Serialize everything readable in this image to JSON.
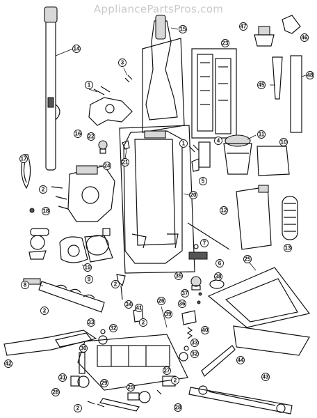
{
  "watermark": "AppliancePartsPros.com",
  "callouts": {
    "c1a": "1",
    "c1b": "1",
    "c2a": "2",
    "c2b": "2",
    "c2c": "2",
    "c2d": "2",
    "c2e": "2",
    "c2f": "2",
    "c3": "3",
    "c4": "4",
    "c5": "5",
    "c6": "6",
    "c7": "7",
    "c8": "8",
    "c9": "9",
    "c10": "10",
    "c11": "11",
    "c12": "12",
    "c13": "13",
    "c14": "14",
    "c15": "15",
    "c16": "16",
    "c17": "17",
    "c18": "18",
    "c19": "19",
    "c20": "20",
    "c21": "21",
    "c22": "22",
    "c23": "23",
    "c24": "24",
    "c25": "25",
    "c26": "26",
    "c27": "27",
    "c28a": "28",
    "c28b": "28",
    "c29a": "29",
    "c29b": "29",
    "c30": "30",
    "c31": "31",
    "c32a": "32",
    "c32b": "32",
    "c33a": "33",
    "c33b": "33",
    "c34": "34",
    "c35": "35",
    "c36": "36",
    "c37": "37",
    "c38": "38",
    "c39": "39",
    "c40": "40",
    "c41": "41",
    "c42": "42",
    "c43": "43",
    "c44": "44",
    "c45": "45",
    "c46": "46",
    "c47": "47",
    "c48": "48"
  }
}
